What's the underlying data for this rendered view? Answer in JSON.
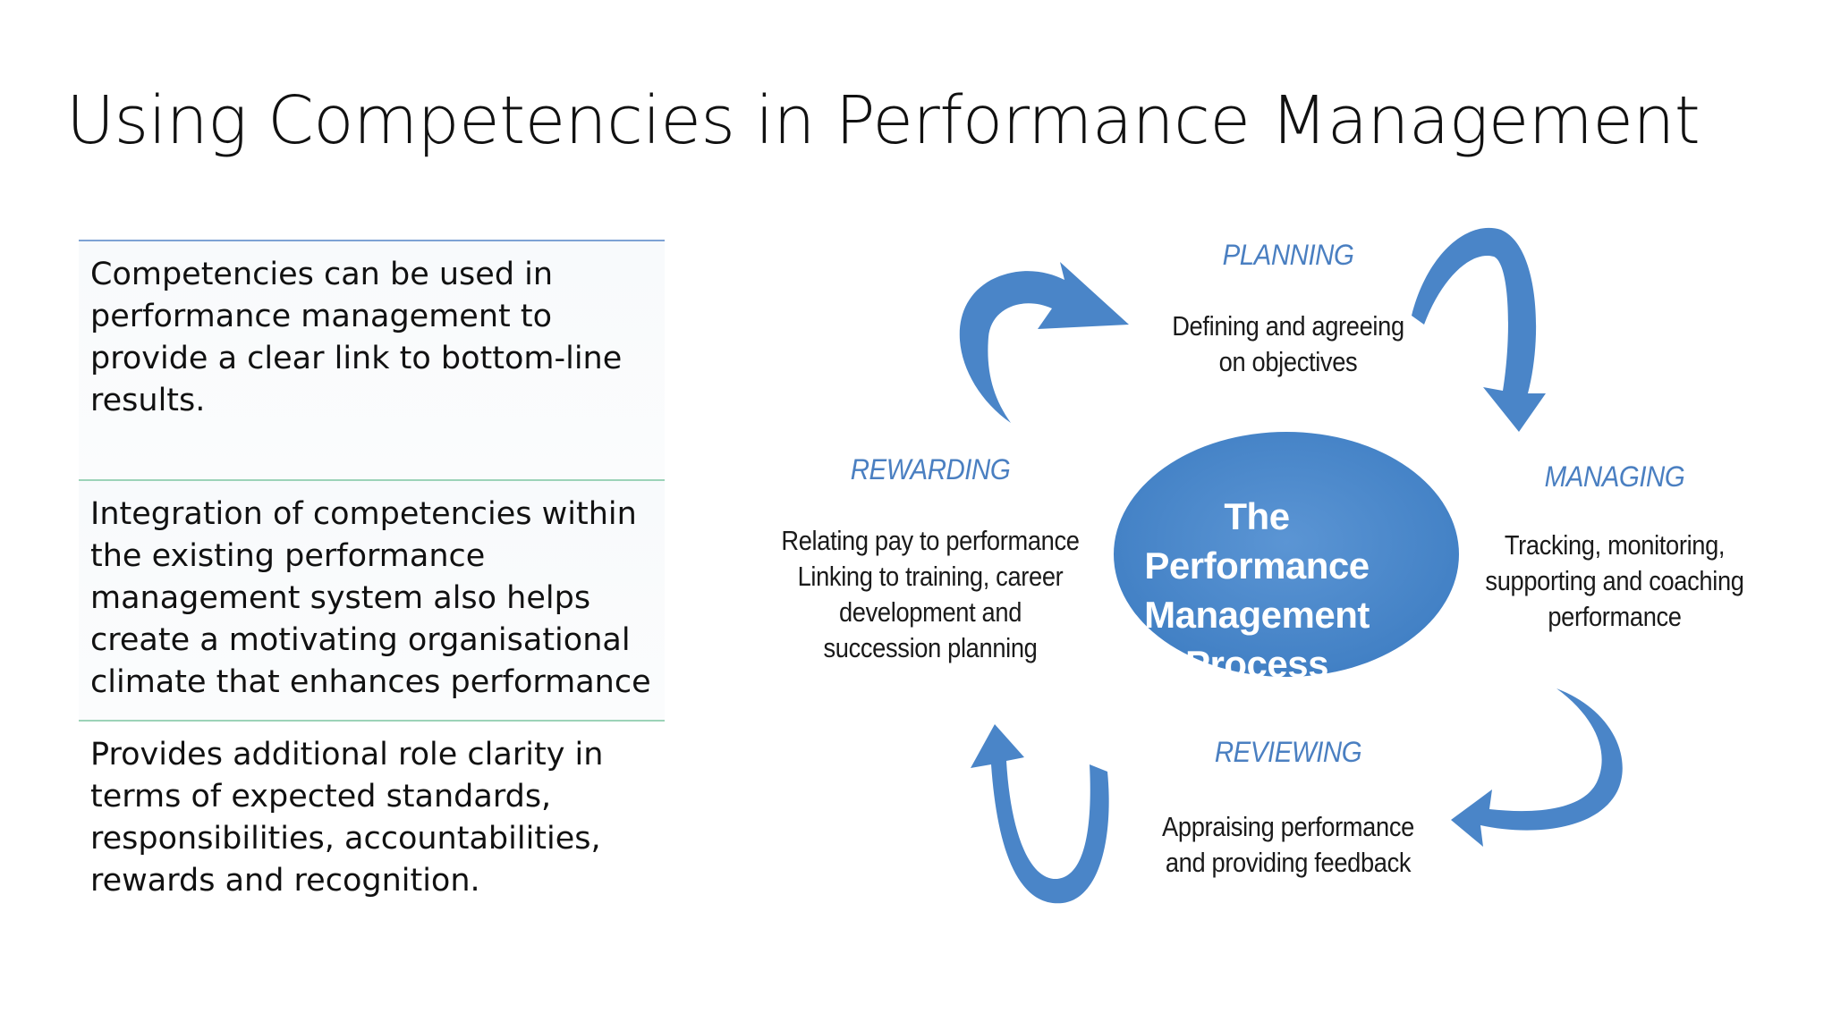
{
  "slide": {
    "title": "Using Competencies in Performance Management"
  },
  "bullets": [
    "Competencies can be used in performance management to provide a clear link to bottom-line results.",
    "Integration of competencies within the existing performance management system also helps create a motivating organisational climate that enhances performance",
    "Provides additional role clarity in terms of expected standards, responsibilities, accountabilities, rewards and recognition."
  ],
  "diagram": {
    "center_line1": "The Performance",
    "center_line2": "Management",
    "center_line3": "Process",
    "planning": {
      "heading": "PLANNING",
      "line1": "Defining and agreeing",
      "line2": "on objectives"
    },
    "managing": {
      "heading": "MANAGING",
      "line1": "Tracking, monitoring,",
      "line2": "supporting and coaching",
      "line3": "performance"
    },
    "reviewing": {
      "heading": "REVIEWING",
      "line1": "Appraising performance",
      "line2": "and providing feedback"
    },
    "rewarding": {
      "heading": "REWARDING",
      "line1": "Relating pay to performance",
      "line2": "Linking to training, career",
      "line3": "development and",
      "line4": "succession planning"
    },
    "colors": {
      "accent": "#4a85c8",
      "arrow": "#4a85c8",
      "heading": "#4a7fc1"
    }
  }
}
